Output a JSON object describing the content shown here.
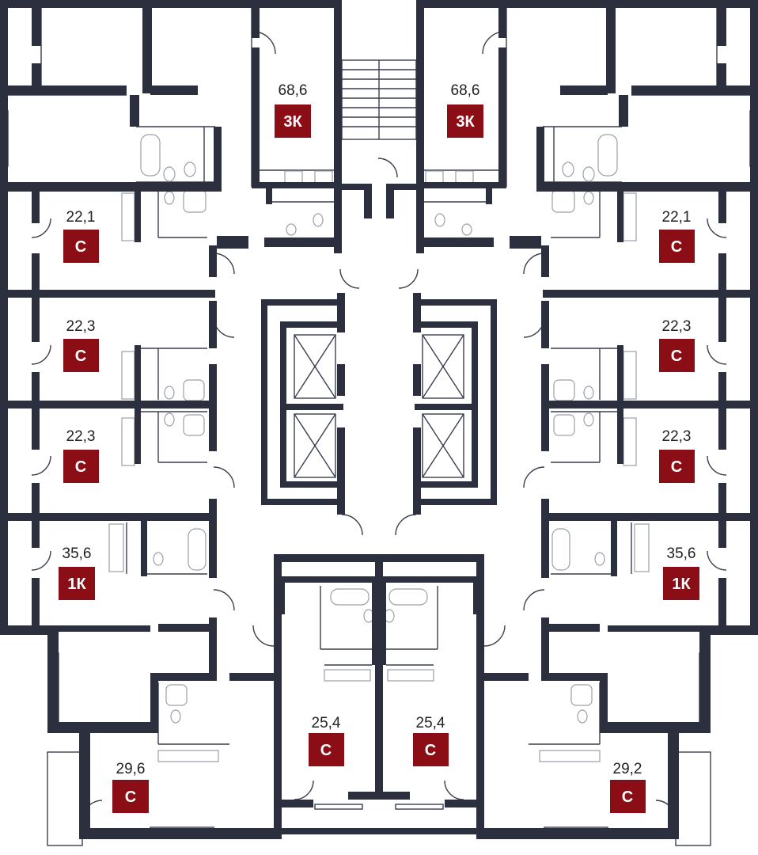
{
  "colors": {
    "wall": "#2b2f3e",
    "thin_line": "#3a3f4f",
    "fixture": "#9aa0aa",
    "badge": "#8b0e16",
    "badge_text": "#ffffff",
    "area_text": "#222222",
    "background": "#ffffff"
  },
  "apartments": [
    {
      "id": "apt-top-left-3k",
      "area": "68,6",
      "type": "3К"
    },
    {
      "id": "apt-top-right-3k",
      "area": "68,6",
      "type": "3К"
    },
    {
      "id": "apt-left-1",
      "area": "22,1",
      "type": "С"
    },
    {
      "id": "apt-right-1",
      "area": "22,1",
      "type": "С"
    },
    {
      "id": "apt-left-2",
      "area": "22,3",
      "type": "С"
    },
    {
      "id": "apt-right-2",
      "area": "22,3",
      "type": "С"
    },
    {
      "id": "apt-left-3",
      "area": "22,3",
      "type": "С"
    },
    {
      "id": "apt-right-3",
      "area": "22,3",
      "type": "С"
    },
    {
      "id": "apt-left-1k",
      "area": "35,6",
      "type": "1К"
    },
    {
      "id": "apt-right-1k",
      "area": "35,6",
      "type": "1К"
    },
    {
      "id": "apt-bottom-left",
      "area": "29,6",
      "type": "С"
    },
    {
      "id": "apt-bottom-mid-left",
      "area": "25,4",
      "type": "С"
    },
    {
      "id": "apt-bottom-mid-right",
      "area": "25,4",
      "type": "С"
    },
    {
      "id": "apt-bottom-right",
      "area": "29,2",
      "type": "С"
    }
  ]
}
